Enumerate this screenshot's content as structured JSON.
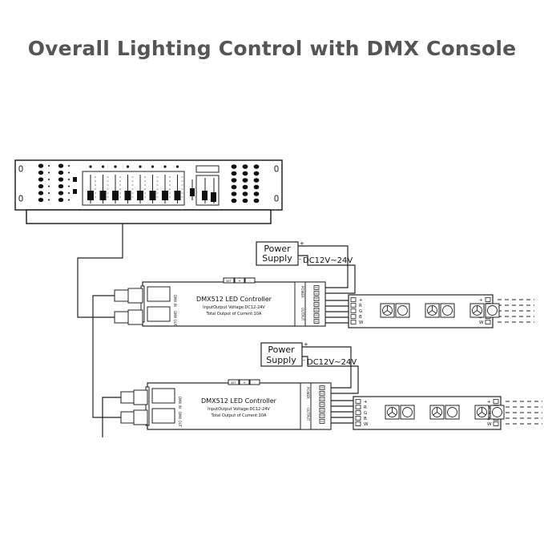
{
  "title": "Overall Lighting Control with DMX Console",
  "console": {},
  "power_supplies": [
    {
      "line1": "Power",
      "line2": "Supply",
      "voltage": "DC12V~24V",
      "plus": "+",
      "minus": "-"
    },
    {
      "line1": "Power",
      "line2": "Supply",
      "voltage": "DC12V~24V",
      "plus": "+",
      "minus": "-"
    }
  ],
  "controllers": [
    {
      "title": "DMX512 LED Controller",
      "spec1": "InputOutput Voltage:DC12-24V",
      "spec2": "Total Output of Current:10A",
      "buttons": [
        "SET",
        "+",
        "-"
      ],
      "power_label": "POWER",
      "output_label": "OUTPUT",
      "dmx_in": "DMX IN",
      "dmx_out": "DMX OUT"
    },
    {
      "title": "DMX512 LED Controller",
      "spec1": "InputOutput Voltage:DC12-24V",
      "spec2": "Total Output of Current:10A",
      "buttons": [
        "SET",
        "+",
        "-"
      ],
      "power_label": "POWER",
      "output_label": "OUTPUT",
      "dmx_in": "DMX IN",
      "dmx_out": "DMX OUT"
    }
  ],
  "strips": [
    {
      "pins": [
        "+",
        "R",
        "G",
        "B",
        "W"
      ]
    },
    {
      "pins": [
        "+",
        "R",
        "G",
        "B",
        "W"
      ]
    }
  ]
}
